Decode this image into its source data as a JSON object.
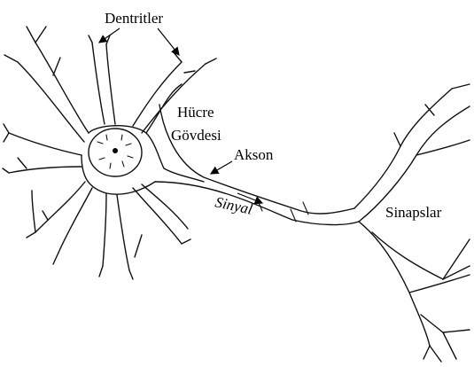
{
  "labels": {
    "dendrites": "Dentritler",
    "cell_body_line1": "Hücre",
    "cell_body_line2": "Gövdesi",
    "axon": "Akson",
    "signal": "Sinyal",
    "synapses": "Sinapslar"
  }
}
